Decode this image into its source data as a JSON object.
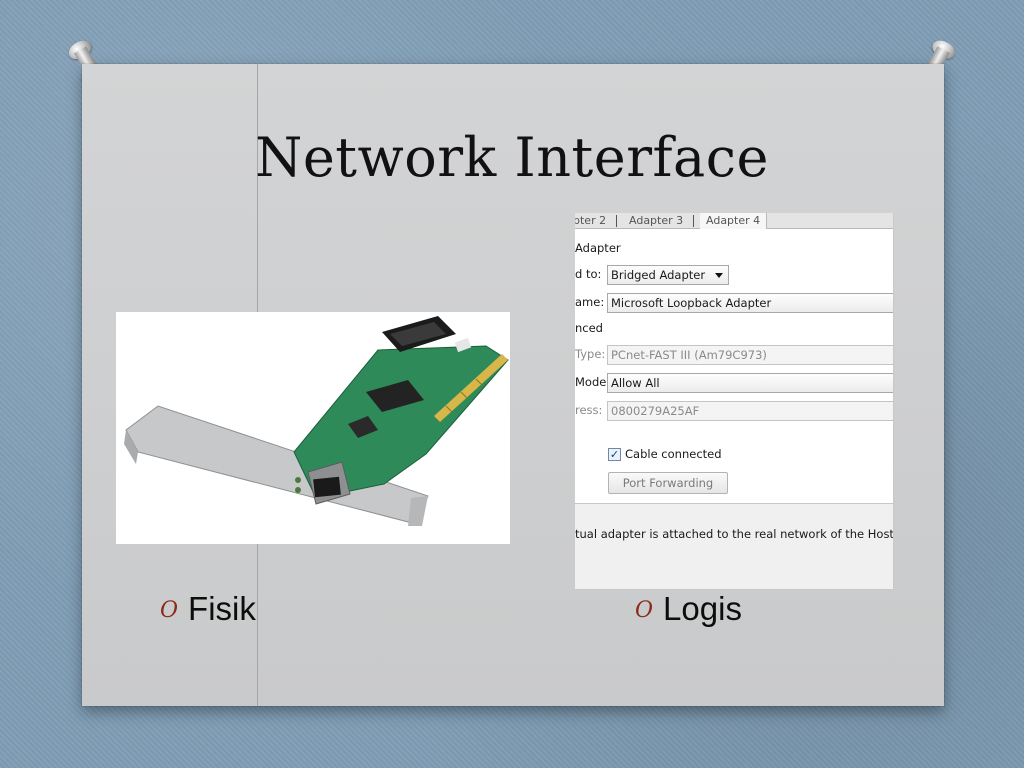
{
  "slide": {
    "title": "Network Interface"
  },
  "settings_panel": {
    "tabs": [
      {
        "label": "pter 2"
      },
      {
        "label": "Adapter 3"
      },
      {
        "label": "Adapter 4"
      }
    ],
    "section_label": "Adapter",
    "attached_to": {
      "label": "d to:",
      "value": "Bridged Adapter"
    },
    "name": {
      "label": "ame:",
      "value": "Microsoft Loopback Adapter"
    },
    "advanced_label": "nced",
    "adapter_type": {
      "label": "Type:",
      "value": "PCnet-FAST III (Am79C973)"
    },
    "promiscuous_mode": {
      "label": "Mode:",
      "value": "Allow All"
    },
    "mac_address": {
      "label": "ress:",
      "value": "0800279A25AF"
    },
    "cable_connected": {
      "label": "Cable connected",
      "checked": true
    },
    "port_forwarding_label": "Port Forwarding",
    "description": "tual adapter is attached to the real network of the Host OS."
  },
  "bullets": {
    "mark": "O",
    "fisik": "Fisik",
    "logis": "Logis"
  },
  "colors": {
    "bullet_mark": "#8b2a1a",
    "pcb": "#2f8a5a"
  }
}
